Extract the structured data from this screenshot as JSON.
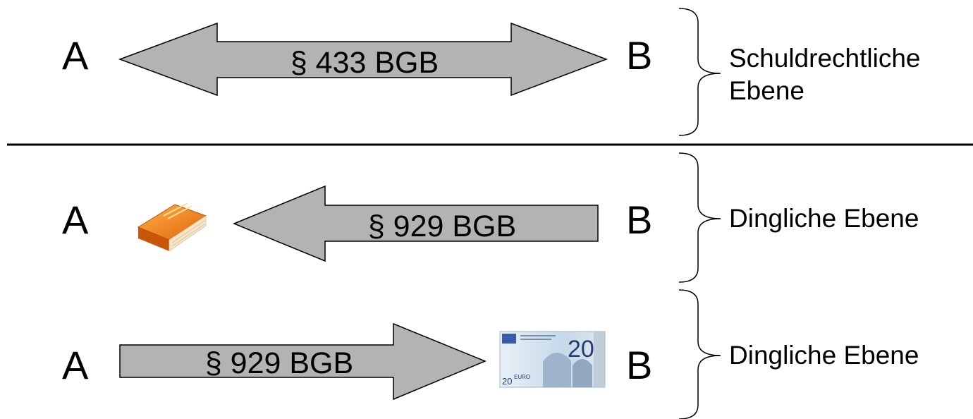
{
  "rows": [
    {
      "left_party": "A",
      "right_party": "B",
      "arrow_label": "§ 433 BGB",
      "direction": "both",
      "level_lines": [
        "Schuldrechtliche",
        "Ebene"
      ]
    },
    {
      "left_party": "A",
      "right_party": "B",
      "arrow_label": "§ 929 BGB",
      "direction": "left",
      "item_icon": "book-icon",
      "level_lines": [
        "Dingliche Ebene"
      ]
    },
    {
      "left_party": "A",
      "right_party": "B",
      "arrow_label": "§ 929 BGB",
      "direction": "right",
      "item_icon": "euro-banknote-icon",
      "level_lines": [
        "Dingliche Ebene"
      ]
    }
  ],
  "banknote": {
    "denomination": "20",
    "currency": "EURO"
  },
  "colors": {
    "arrow_fill": "#b3b3b3",
    "arrow_stroke": "#000000",
    "book_cover": "#f07a16",
    "book_pages": "#f5e6c8",
    "banknote": "#cfe0ee"
  }
}
